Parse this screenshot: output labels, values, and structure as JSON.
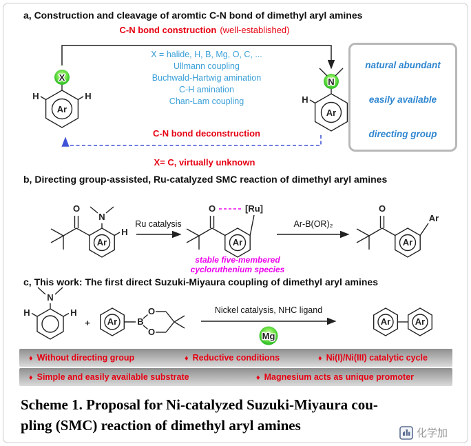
{
  "colors": {
    "red": "#e60012",
    "cyan": "#3a9fd8",
    "benefit_blue": "#2e86d0",
    "atom_blue": "#2438c8",
    "magenta": "#ee00ee",
    "green": "#2fcc2f",
    "x_red": "#8b1a1a",
    "n_navy": "#15156a",
    "dashed_blue": "#4053d6"
  },
  "section_a": {
    "title": "a, Construction and cleavage of aromtic C-N bond of dimethyl aryl amines",
    "construction_label": "C-N bond construction",
    "construction_note": "(well-established)",
    "x_definition": "X = halide, H, B, Mg, O, C, ...",
    "methods": [
      "Ullmann coupling",
      "Buchwald-Hartwig amination",
      "C-H amination",
      "Chan-Lam coupling"
    ],
    "benefits": [
      "natural abundant",
      "easily available",
      "directing group"
    ],
    "deconstruction_label": "C-N bond deconstruction",
    "unknown_label": "X= C, virtually unknown",
    "left_molecule": {
      "substituent": "X",
      "h_left": "H",
      "h_right": "H",
      "ring": "Ar"
    },
    "right_molecule": {
      "substituent": "N",
      "h_left": "H",
      "ring": "Ar"
    }
  },
  "section_b": {
    "title": "b, Directing group-assisted, Ru-catalyzed SMC reaction of dimethyl aryl amines",
    "step1_label": "Ru catalysis",
    "step2_label": "Ar-B(OR)₂",
    "mol1": {
      "o": "O",
      "n": "N",
      "h": "H",
      "ring": "Ar"
    },
    "mol2": {
      "o": "O",
      "ru": "[Ru]",
      "ring": "Ar"
    },
    "mol2_note1": "stable five-membered",
    "mol2_note2": "cycloruthenium species",
    "mol3": {
      "o": "O",
      "ring": "Ar",
      "aryl": "Ar"
    }
  },
  "section_c": {
    "title": "c, This work: The first direct Suzuki-Miyaura coupling of dimethyl aryl amines",
    "plus": "+",
    "arrow_label": "Nickel catalysis, NHC ligand",
    "promoter": "Mg",
    "mol1": {
      "n": "N",
      "h_left": "H",
      "h_right": "H"
    },
    "mol2": {
      "ring": "Ar",
      "b": "B",
      "o_top": "O",
      "o_bottom": "O"
    },
    "product": {
      "ring1": "Ar",
      "ring2": "Ar"
    }
  },
  "highlights": {
    "bullet_glyph": "♦",
    "row1": [
      "Without directing group",
      "Reductive conditions",
      "Ni(I)/Ni(III) catalytic cycle"
    ],
    "row2": [
      "Simple and easily available substrate",
      "Magnesium acts as unique promoter"
    ]
  },
  "caption": {
    "line1": "Scheme 1. Proposal for Ni-catalyzed Suzuki-Miyaura cou-",
    "line2": "pling (SMC) reaction of dimethyl aryl amines"
  },
  "watermark": {
    "text": "化学加"
  }
}
